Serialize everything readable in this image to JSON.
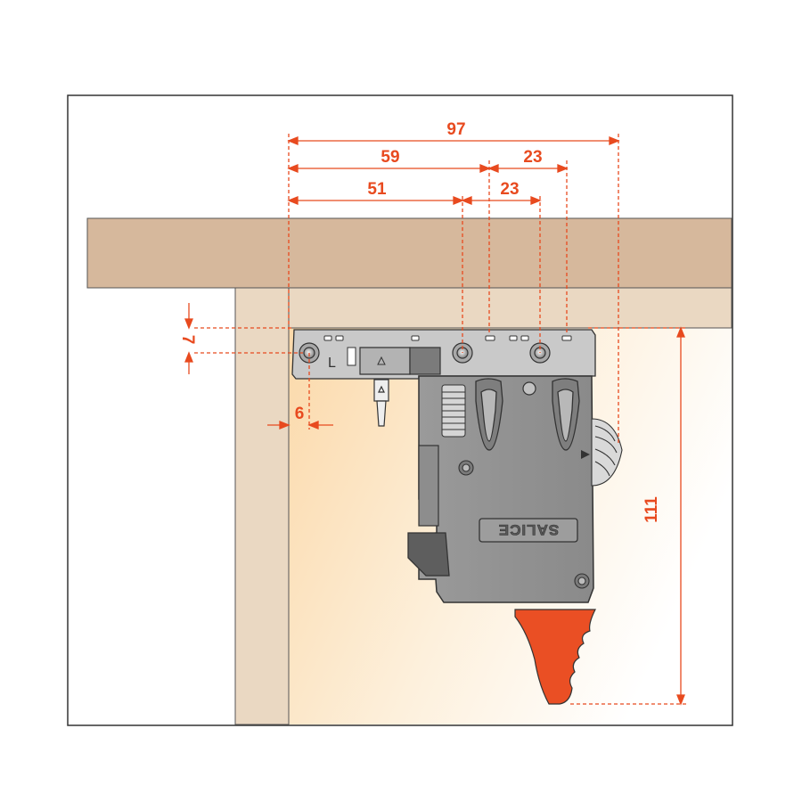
{
  "colors": {
    "dimension": "#e84a1f",
    "worktop": "#d6b89c",
    "cabinet_side": "#ead8c2",
    "cabinet_interior": "#fbe3c2",
    "mechanism_body": "#949494",
    "mounting_plate": "#c8c8c8",
    "actuator": "#ea4f24",
    "outline": "#333333"
  },
  "dimensions": {
    "total_width": "97",
    "offset_59": "59",
    "offset_51": "51",
    "spacing_upper": "23",
    "spacing_lower": "23",
    "vertical_offset": "7",
    "horizontal_offset": "6",
    "height": "111"
  },
  "mechanism": {
    "brand": "SALICE",
    "side_marker": "L"
  }
}
